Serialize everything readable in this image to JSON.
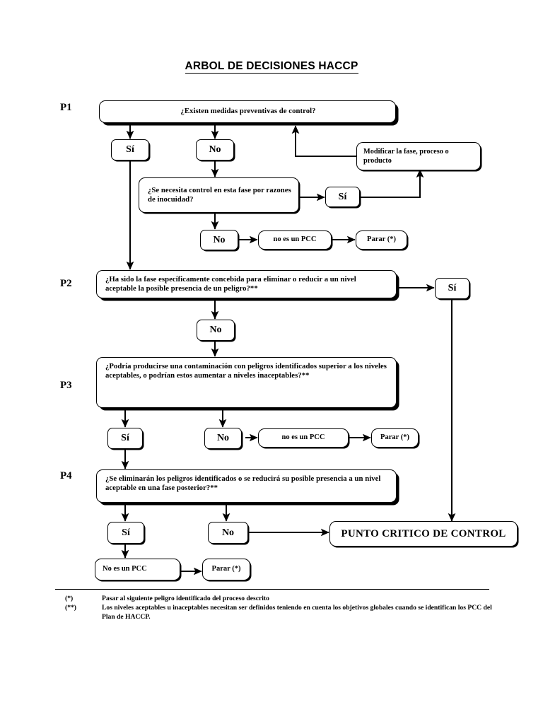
{
  "document": {
    "title": "ARBOL DE DECISIONES HACCP"
  },
  "stages": {
    "p1": "P1",
    "p2": "P2",
    "p3": "P3",
    "p4": "P4"
  },
  "nodes": {
    "q1": "¿Existen medidas preventivas de control?",
    "q1_yes": "Sí",
    "q1_no": "No",
    "modify": "Modificar la fase, proceso o producto",
    "q_safety": "¿Se necesita control en esta fase por razones de inocuidad?",
    "q_safety_yes": "Sí",
    "q_safety_no": "No",
    "not_pcc_1": "no es un PCC",
    "stop_1": "Parar (*)",
    "q2": "¿Ha sido la fase específicamente concebida para eliminar o reducir a un nivel aceptable la posible presencia de un peligro?**",
    "q2_yes": "Sí",
    "q2_no": "No",
    "q3": "¿Podría producirse una contaminación con peligros identificados superior a los niveles aceptables, o podrían estos aumentar a niveles inaceptables?**",
    "q3_yes": "Sí",
    "q3_no": "No",
    "not_pcc_2": "no es un PCC",
    "stop_2": "Parar (*)",
    "q4": "¿Se eliminarán los peligros identificados o se reducirá su posible presencia a un nivel aceptable en una fase posterior?**",
    "q4_yes": "Sí",
    "q4_no": "No",
    "not_pcc_3": "No es un PCC",
    "stop_3": "Parar (*)",
    "critical_point": "PUNTO CRITICO DE CONTROL"
  },
  "footnotes": [
    {
      "mark": "(*)",
      "text": "Pasar al siguiente peligro identificado del proceso descrito"
    },
    {
      "mark": "(**)",
      "text": "Los niveles aceptables u  inaceptables necesitan ser definidos teniendo en cuenta los objetivos globales cuando se identifican los PCC del Plan de HACCP."
    }
  ],
  "colors": {
    "ink": "#000000",
    "paper": "#ffffff"
  }
}
